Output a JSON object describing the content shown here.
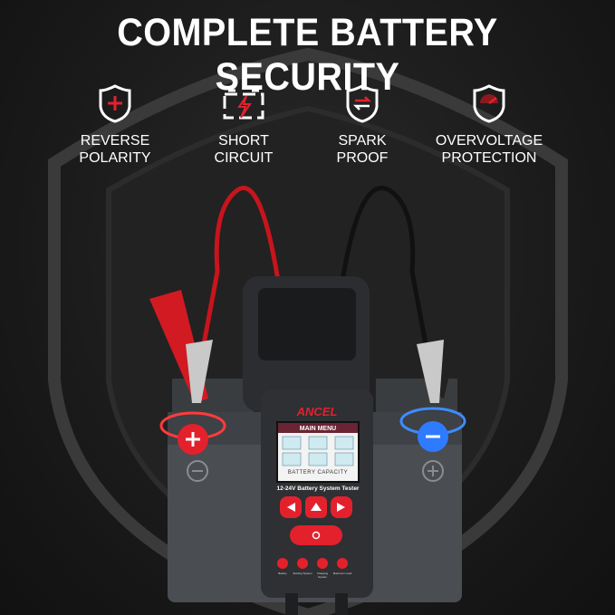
{
  "headline": "COMPLETE BATTERY SECURITY",
  "features": [
    {
      "icon": "shield-plus-icon",
      "line1": "REVERSE",
      "line2": "POLARITY"
    },
    {
      "icon": "battery-lightning-icon",
      "line1": "SHORT",
      "line2": "CIRCUIT"
    },
    {
      "icon": "shield-arrows-icon",
      "line1": "SPARK",
      "line2": "PROOF"
    },
    {
      "icon": "shield-gauge-icon",
      "line1": "OVERVOLTAGE",
      "line2": "PROTECTION"
    }
  ],
  "device": {
    "brand": "ANCEL",
    "screen_title": "MAIN MENU",
    "screen_caption": "BATTERY CAPACITY",
    "model": "12-24V Battery System Tester",
    "modes": [
      "Battery",
      "Starting System",
      "Charging System",
      "Maximum Load"
    ]
  },
  "colors": {
    "accent": "#e3212d",
    "positive": "#e3212d",
    "negative": "#2f7bff",
    "background": "#1b1b1b"
  }
}
